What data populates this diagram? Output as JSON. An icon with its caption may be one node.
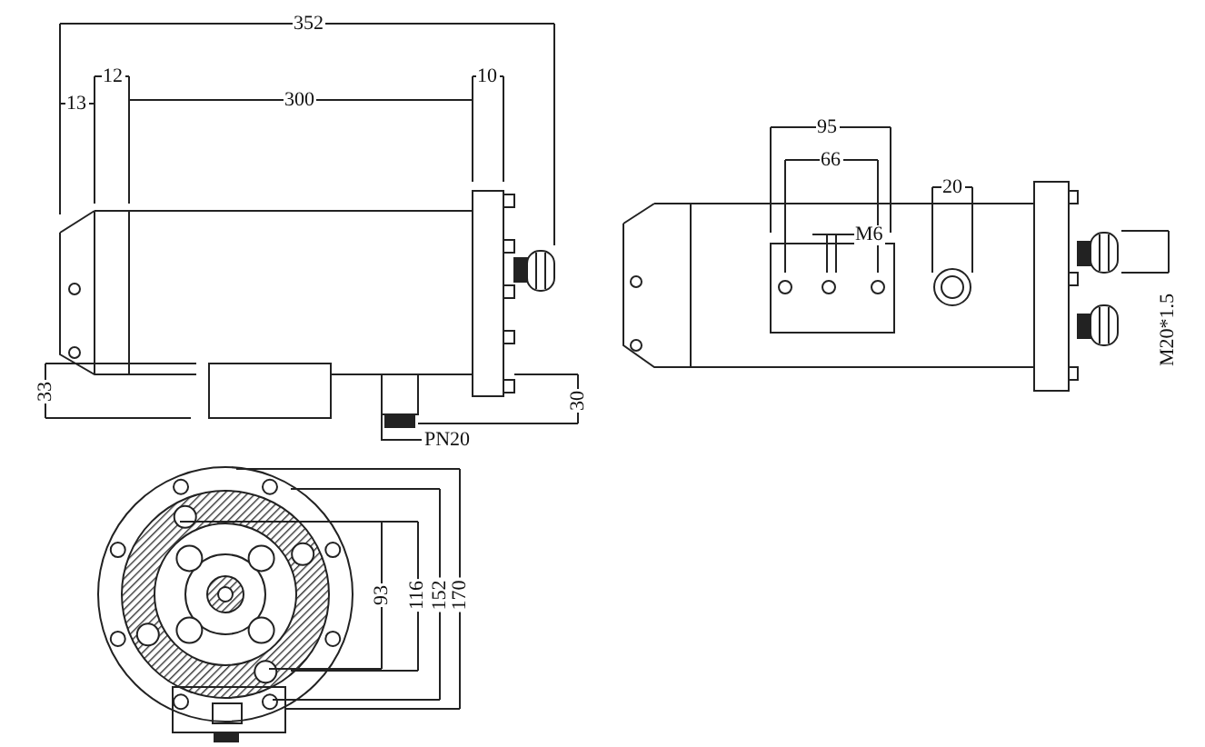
{
  "diagram": {
    "labels": [
      "352",
      "13",
      "12",
      "300",
      "10",
      "33",
      "30",
      "PN20",
      "95",
      "66",
      "M6",
      "20",
      "M20*1.5",
      "93",
      "116",
      "152",
      "170"
    ]
  }
}
